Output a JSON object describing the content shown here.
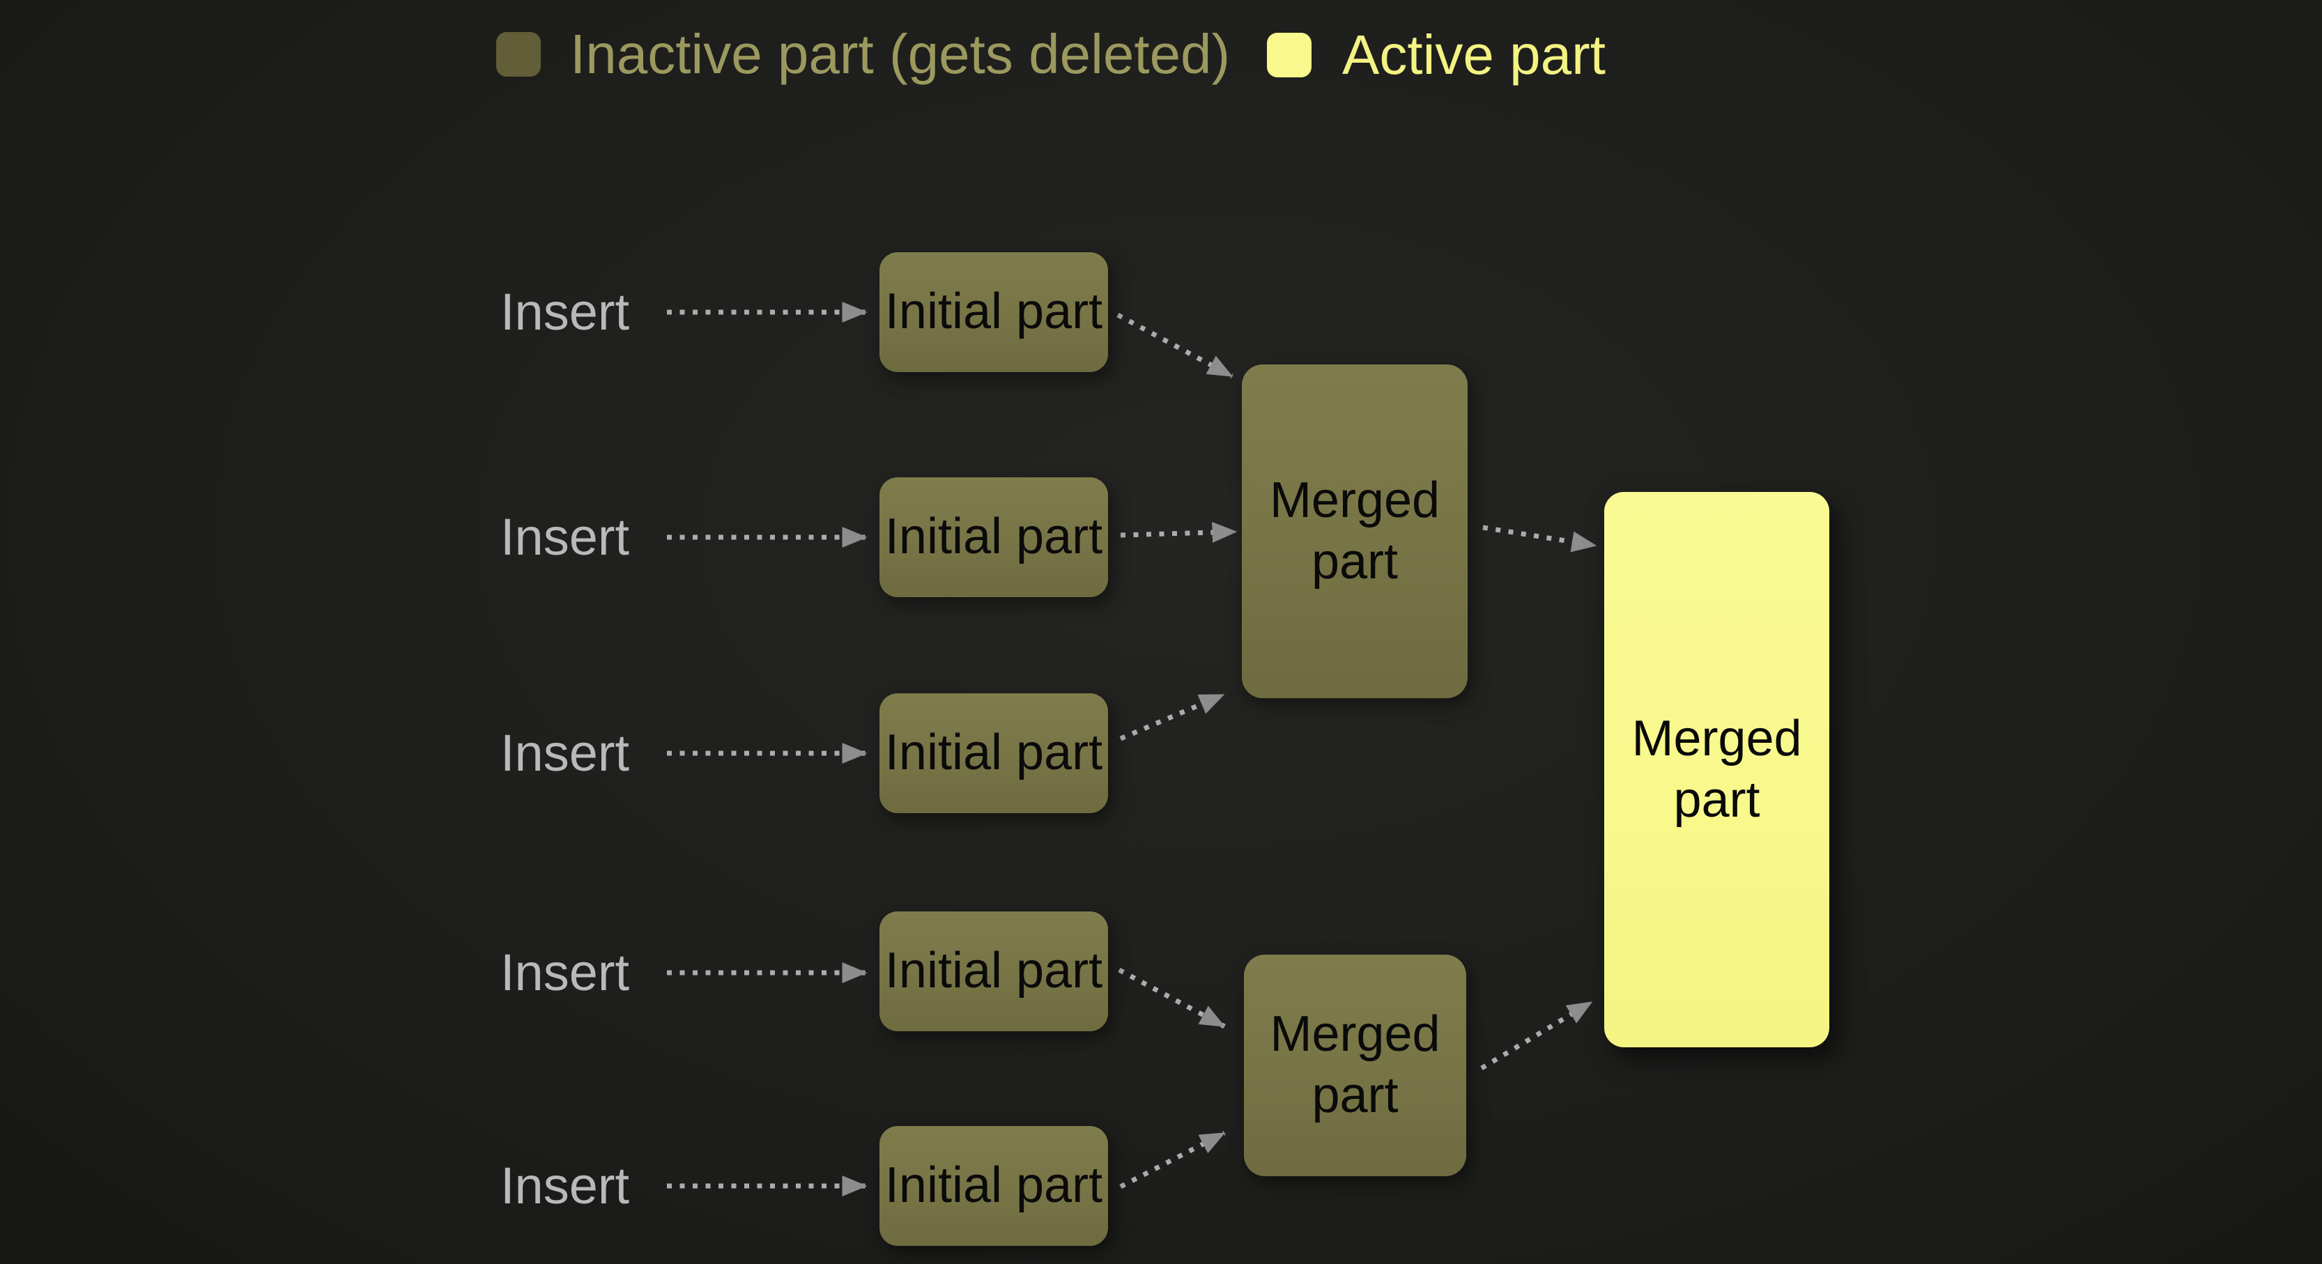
{
  "legend": {
    "inactive": {
      "label": "Inactive part (gets deleted)",
      "swatch_color": "#615e38",
      "text_color": "#9c995f"
    },
    "active": {
      "label": "Active part",
      "swatch_color": "#f8f88c",
      "text_color": "#f3f383"
    }
  },
  "colors": {
    "background": "#1d1d1b",
    "inactive_node_fill": "#7a7747",
    "active_node_fill": "#f8f88c",
    "node_text": "#0a0a0a",
    "insert_label_text": "#b9b9b9",
    "arrow_dash": "#acacac",
    "arrow_head": "#8d8d8d"
  },
  "diagram": {
    "inserts": [
      {
        "label": "Insert",
        "node": "Initial part"
      },
      {
        "label": "Insert",
        "node": "Initial part"
      },
      {
        "label": "Insert",
        "node": "Initial part"
      },
      {
        "label": "Insert",
        "node": "Initial part"
      },
      {
        "label": "Insert",
        "node": "Initial part"
      }
    ],
    "merge_top": {
      "label": "Merged part",
      "state": "inactive"
    },
    "merge_bottom": {
      "label": "Merged part",
      "state": "inactive"
    },
    "merge_final": {
      "label": "Merged part",
      "state": "active"
    }
  }
}
